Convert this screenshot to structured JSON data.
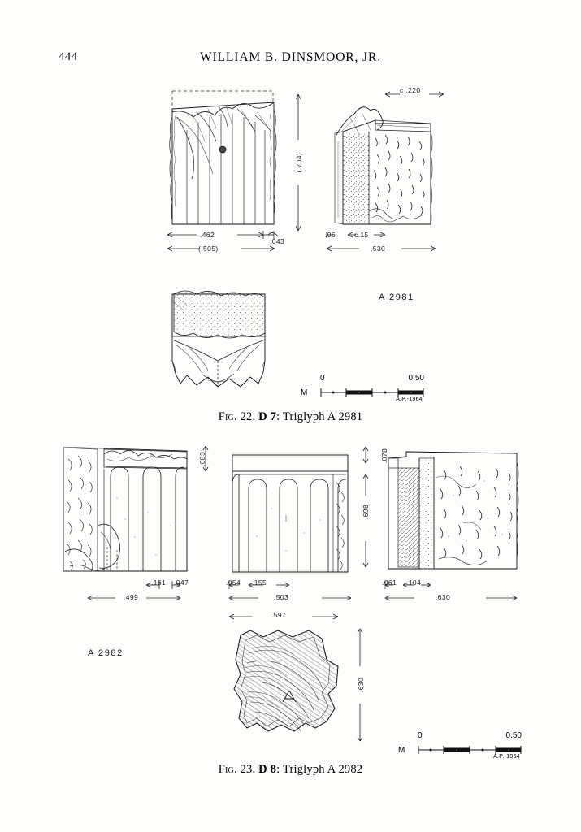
{
  "page": {
    "folio": "444",
    "running_head": "WILLIAM B. DINSMOOR, JR."
  },
  "figure_22": {
    "caption_prefix": "Fig. 22.",
    "caption_bold": "D 7",
    "caption_rest": ": Triglyph A 2981",
    "catalog_number": "A 2981",
    "front_view": {
      "name": "front-elevation",
      "dim_width_inner": ".462",
      "dim_width_right_edge": ".043",
      "dim_width_total": "(.505)",
      "dim_height": "(.704)"
    },
    "side_view": {
      "name": "side-elevation",
      "dim_top_band": "c .220",
      "dim_left_small": ".06",
      "dim_left_mid": "c.15",
      "dim_depth_total": ".530"
    },
    "top_view": {
      "name": "top-view"
    },
    "scale": {
      "unit_label": "M",
      "zero_label": "0",
      "max_label": "0.50",
      "credit": "A.P.-1964"
    }
  },
  "figure_23": {
    "caption_prefix": "Fig. 23.",
    "caption_bold": "D 8",
    "caption_rest": ": Triglyph A 2982",
    "catalog_number": "A 2982",
    "left_view": {
      "name": "left-elevation",
      "dim_a": ".161",
      "dim_b": ".047",
      "dim_total": ".499",
      "dim_height_band": ".083"
    },
    "center_view": {
      "name": "front-elevation",
      "dim_a": ".054",
      "dim_b": ".155",
      "dim_total": ".503"
    },
    "right_view": {
      "name": "right-elevation",
      "dim_a": ".061",
      "dim_b": ".104",
      "dim_total": ".630",
      "dim_height_band": ".078",
      "dim_height_total": ".698"
    },
    "bottom_view": {
      "name": "bed-view",
      "dim_width": ".597",
      "dim_height": ".630"
    },
    "scale": {
      "unit_label": "M",
      "zero_label": "0",
      "max_label": "0.50",
      "credit": "A.P.-1964"
    }
  }
}
